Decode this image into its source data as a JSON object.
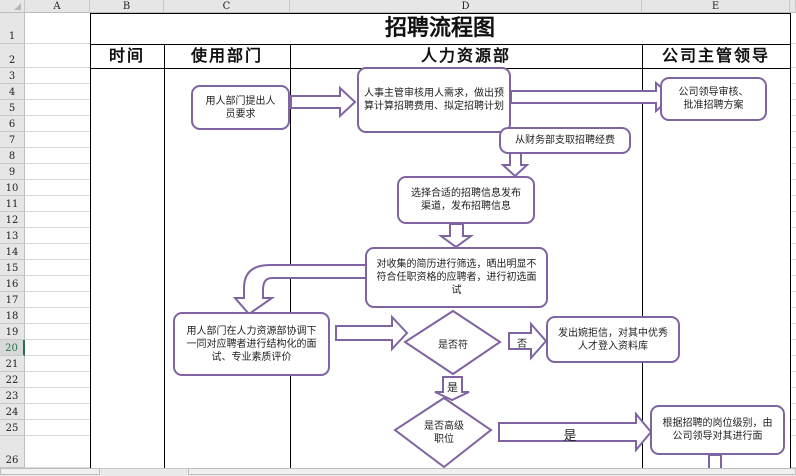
{
  "spreadsheet": {
    "columns": [
      "A",
      "B",
      "C",
      "D",
      "E"
    ],
    "rows": [
      "1",
      "2",
      "3",
      "4",
      "5",
      "6",
      "7",
      "8",
      "9",
      "10",
      "11",
      "12",
      "13",
      "14",
      "15",
      "16",
      "17",
      "18",
      "19",
      "20",
      "21",
      "22",
      "23",
      "24",
      "25",
      "26"
    ],
    "selected_row": "20"
  },
  "title": "招聘流程图",
  "lanes": {
    "time": "时间",
    "using_dept": "使用部门",
    "hr": "人力资源部",
    "management": "公司主管领导"
  },
  "flow": {
    "step1": "用人部门提出人员要求",
    "step2": "人事主管审核用人需求，做出预算计算招聘费用、拟定招聘计划",
    "step3": "公司领导审核、批准招聘方案",
    "step4": "从财务部支取招聘经费",
    "step5": "选择合适的招聘信息发布渠道，发布招聘信息",
    "step6": "对收集的简历进行筛选，晒出明显不符合任职资格的应聘者，进行初选面试",
    "step7": "用人部门在人力资源部协调下一同对应聘者进行结构化的面试、专业素质评价",
    "decision1": "是否符",
    "reject_label": "否",
    "step8": "发出婉拒信，对其中优秀人才登入资料库",
    "yes_label_1": "是",
    "decision2": "是否高级职位",
    "yes_label_2": "是",
    "step9": "根据招聘的岗位级别，由公司领导对其进行面"
  },
  "colors": {
    "shape_border": "#7f64a2",
    "selected_row": "#217346"
  }
}
